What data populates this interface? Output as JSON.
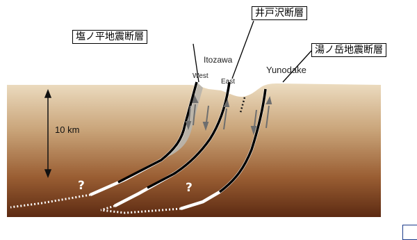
{
  "callouts": {
    "shionohira": "塩ノ平地震断層",
    "itozawa": "井戸沢断層",
    "yunodake": "湯ノ岳地震断層"
  },
  "places": {
    "itozawa": "Itozawa",
    "yunodake": "Yunodake",
    "west": "West",
    "east": "East"
  },
  "depth_label": "10 km",
  "question_mark": "?",
  "colors": {
    "ground_top": "#e6d4b5",
    "ground_bottom": "#5e2c14",
    "fault_black": "#000000",
    "fault_white": "#ffffff",
    "wedge": "#b9b4ab",
    "arrow": "#6e6e6e"
  }
}
